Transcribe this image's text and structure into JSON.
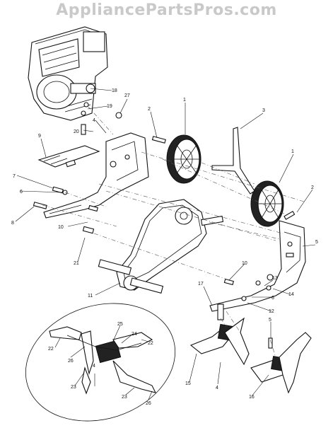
{
  "watermark": "AppliancePartsPros.com",
  "callouts": [
    {
      "id": "c1a",
      "label": "1"
    },
    {
      "id": "c1b",
      "label": "1"
    },
    {
      "id": "c2a",
      "label": "2"
    },
    {
      "id": "c2b",
      "label": "2"
    },
    {
      "id": "c3",
      "label": "3"
    },
    {
      "id": "c4a",
      "label": "4"
    },
    {
      "id": "c4b",
      "label": "4"
    },
    {
      "id": "c4c",
      "label": "4"
    },
    {
      "id": "c5a",
      "label": "5"
    },
    {
      "id": "c5b",
      "label": "5"
    },
    {
      "id": "c6a",
      "label": "6"
    },
    {
      "id": "c6b",
      "label": "6"
    },
    {
      "id": "c7",
      "label": "7"
    },
    {
      "id": "c8",
      "label": "8"
    },
    {
      "id": "c9",
      "label": "9"
    },
    {
      "id": "c10a",
      "label": "10"
    },
    {
      "id": "c10b",
      "label": "10"
    },
    {
      "id": "c11",
      "label": "11"
    },
    {
      "id": "c12",
      "label": "12"
    },
    {
      "id": "c13",
      "label": "13"
    },
    {
      "id": "c14",
      "label": "14"
    },
    {
      "id": "c15",
      "label": "15"
    },
    {
      "id": "c16",
      "label": "16"
    },
    {
      "id": "c17",
      "label": "17"
    },
    {
      "id": "c18",
      "label": "18"
    },
    {
      "id": "c19",
      "label": "19"
    },
    {
      "id": "c20",
      "label": "20"
    },
    {
      "id": "c21",
      "label": "21"
    },
    {
      "id": "c22a",
      "label": "22"
    },
    {
      "id": "c22b",
      "label": "22"
    },
    {
      "id": "c23a",
      "label": "23"
    },
    {
      "id": "c23b",
      "label": "23"
    },
    {
      "id": "c24",
      "label": "24"
    },
    {
      "id": "c25",
      "label": "25"
    },
    {
      "id": "c26a",
      "label": "26"
    },
    {
      "id": "c26b",
      "label": "26"
    },
    {
      "id": "c27",
      "label": "27"
    }
  ]
}
